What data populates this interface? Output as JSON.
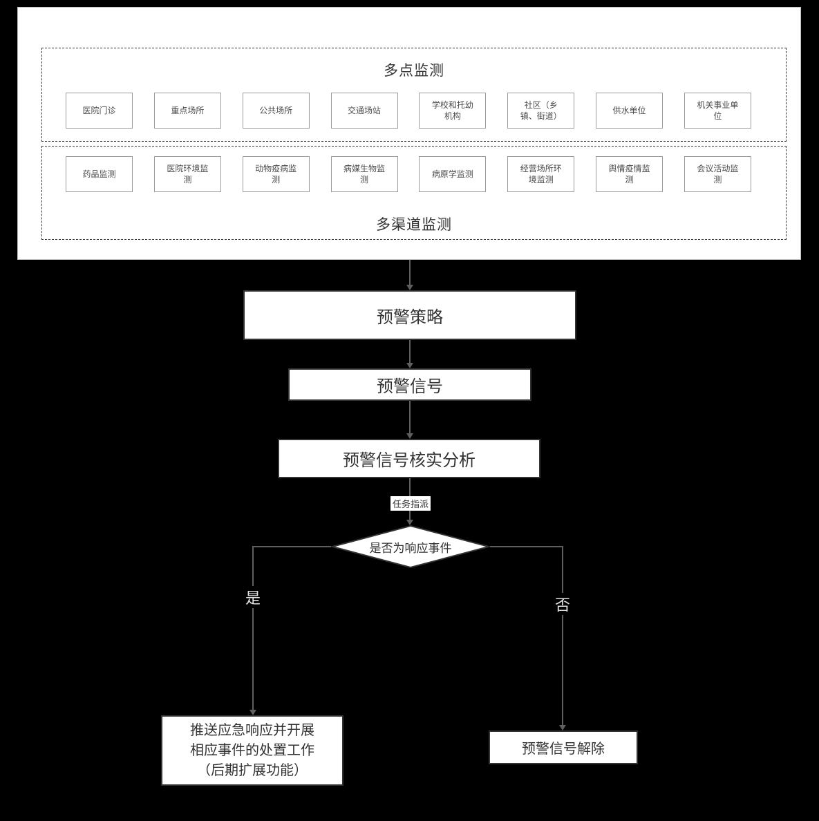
{
  "colors": {
    "background": "#000000",
    "panel_background": "#ffffff",
    "dashed_border": "#333333",
    "monitor_box_border": "#9a9a9a",
    "flow_box_border": "#333333",
    "text": "#333333",
    "connector": "#5f5f5f",
    "branch_label_text": "#e3e3e3"
  },
  "panel": {
    "multipoint": {
      "title": "多点监测",
      "items": [
        "医院门诊",
        "重点场所",
        "公共场所",
        "交通场站",
        "学校和托幼机构",
        "社区（乡镇、街道）",
        "供水单位",
        "机关事业单位"
      ]
    },
    "multichannel": {
      "title": "多渠道监测",
      "items": [
        "药品监测",
        "医院环境监测",
        "动物疫病监测",
        "病媒生物监测",
        "病原学监测",
        "经营场所环境监测",
        "舆情疫情监测",
        "会议活动监测"
      ]
    }
  },
  "flow": {
    "strategy_label": "预警策略",
    "signal_label": "预警信号",
    "verify_label": "预警信号核实分析",
    "task_assign_label": "任务指派",
    "decision_label": "是否为响应事件",
    "yes_label": "是",
    "no_label": "否",
    "response_box_lines": {
      "0": "推送应急响应并开展",
      "1": "相应事件的处置工作",
      "2": "（后期扩展功能）"
    },
    "dismiss_label": "预警信号解除"
  }
}
